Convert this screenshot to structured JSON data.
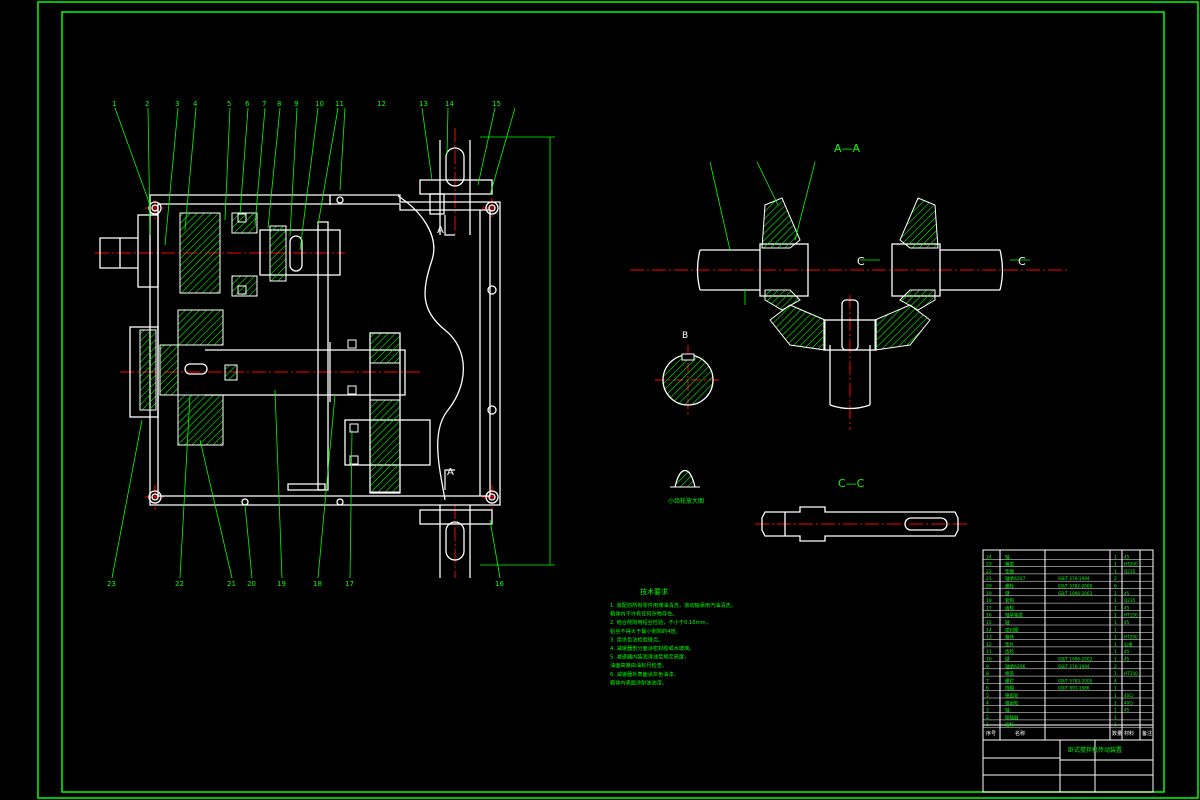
{
  "colors": {
    "background": "#000000",
    "frame": "#00ff00",
    "geometry": "#ffffff",
    "leaders": "#00ff00",
    "centerline": "#ff0000",
    "hatch": "#00ff00"
  },
  "part_labels_top": [
    "1",
    "2",
    "3",
    "4",
    "5",
    "6",
    "7",
    "8",
    "9",
    "10",
    "11",
    "12",
    "13",
    "14",
    "15"
  ],
  "part_labels_bottom": [
    "23",
    "22",
    "21",
    "20",
    "19",
    "18",
    "17",
    "16"
  ],
  "section_labels": {
    "aa": "A—A",
    "cc": "C—C",
    "a": "A",
    "c": "C"
  },
  "view_labels": {
    "pin_label": "B",
    "small_view": "小齿轮放大图"
  },
  "tech_notes": {
    "title": "技术要求",
    "lines": [
      "1. 装配前所有零件用煤油清洗，滚动轴承用汽油清洗，",
      "箱体内不许有任何杂物存在。",
      "2. 啮合侧隙用铅丝检验，不小于0.16mm，",
      "铅丝不得大于最小侧隙的4倍。",
      "3. 用涂色法检验斑点。",
      "4. 减速器剖分面涂密封胶或水玻璃。",
      "5. 减速器内装润滑油至规定高度，",
      "油面高度由油标尺检查。",
      "6. 减速器外表面涂灰色油漆，",
      "箱体内表面涂耐油油漆。"
    ]
  },
  "title_block": {
    "drawing_name": "卧式搅拌机传动装置",
    "headers": [
      "序号",
      "名称",
      "数量",
      "材料",
      "备注"
    ]
  },
  "bom_rows": [
    {
      "no": "24",
      "name": "轴",
      "std": "",
      "qty": "1",
      "mat": "45"
    },
    {
      "no": "23",
      "name": "箱盖",
      "std": "",
      "qty": "1",
      "mat": "HT200"
    },
    {
      "no": "22",
      "name": "垫圈",
      "std": "",
      "qty": "1",
      "mat": "Q235"
    },
    {
      "no": "21",
      "name": "轴承6207",
      "std": "GB/T 276-1994",
      "qty": "2",
      "mat": ""
    },
    {
      "no": "20",
      "name": "螺栓",
      "std": "GB/T 5782-2000",
      "qty": "6",
      "mat": ""
    },
    {
      "no": "19",
      "name": "键",
      "std": "GB/T 1096-2003",
      "qty": "1",
      "mat": "45"
    },
    {
      "no": "18",
      "name": "套筒",
      "std": "",
      "qty": "1",
      "mat": "Q235"
    },
    {
      "no": "17",
      "name": "齿轮",
      "std": "",
      "qty": "1",
      "mat": "45"
    },
    {
      "no": "16",
      "name": "轴承端盖",
      "std": "",
      "qty": "1",
      "mat": "HT150"
    },
    {
      "no": "15",
      "name": "轴",
      "std": "",
      "qty": "1",
      "mat": "45"
    },
    {
      "no": "14",
      "name": "密封圈",
      "std": "",
      "qty": "1",
      "mat": ""
    },
    {
      "no": "13",
      "name": "箱体",
      "std": "",
      "qty": "1",
      "mat": "HT200"
    },
    {
      "no": "12",
      "name": "垫片",
      "std": "",
      "qty": "1",
      "mat": "石棉"
    },
    {
      "no": "11",
      "name": "齿轮",
      "std": "",
      "qty": "1",
      "mat": "45"
    },
    {
      "no": "10",
      "name": "键",
      "std": "GB/T 1096-2003",
      "qty": "1",
      "mat": "45"
    },
    {
      "no": "9",
      "name": "轴承6206",
      "std": "GB/T 276-1994",
      "qty": "2",
      "mat": ""
    },
    {
      "no": "8",
      "name": "端盖",
      "std": "",
      "qty": "1",
      "mat": "HT150"
    },
    {
      "no": "7",
      "name": "螺钉",
      "std": "GB/T 5783-2000",
      "qty": "4",
      "mat": ""
    },
    {
      "no": "6",
      "name": "挡圈",
      "std": "GB/T 891-1986",
      "qty": "1",
      "mat": ""
    },
    {
      "no": "5",
      "name": "锥齿轮",
      "std": "",
      "qty": "1",
      "mat": "40Cr"
    },
    {
      "no": "4",
      "name": "锥齿轮",
      "std": "",
      "qty": "1",
      "mat": "40Cr"
    },
    {
      "no": "3",
      "name": "轴",
      "std": "",
      "qty": "1",
      "mat": "45"
    },
    {
      "no": "2",
      "name": "联轴器",
      "std": "",
      "qty": "1",
      "mat": ""
    },
    {
      "no": "1",
      "name": "油标",
      "std": "",
      "qty": "1",
      "mat": ""
    }
  ]
}
